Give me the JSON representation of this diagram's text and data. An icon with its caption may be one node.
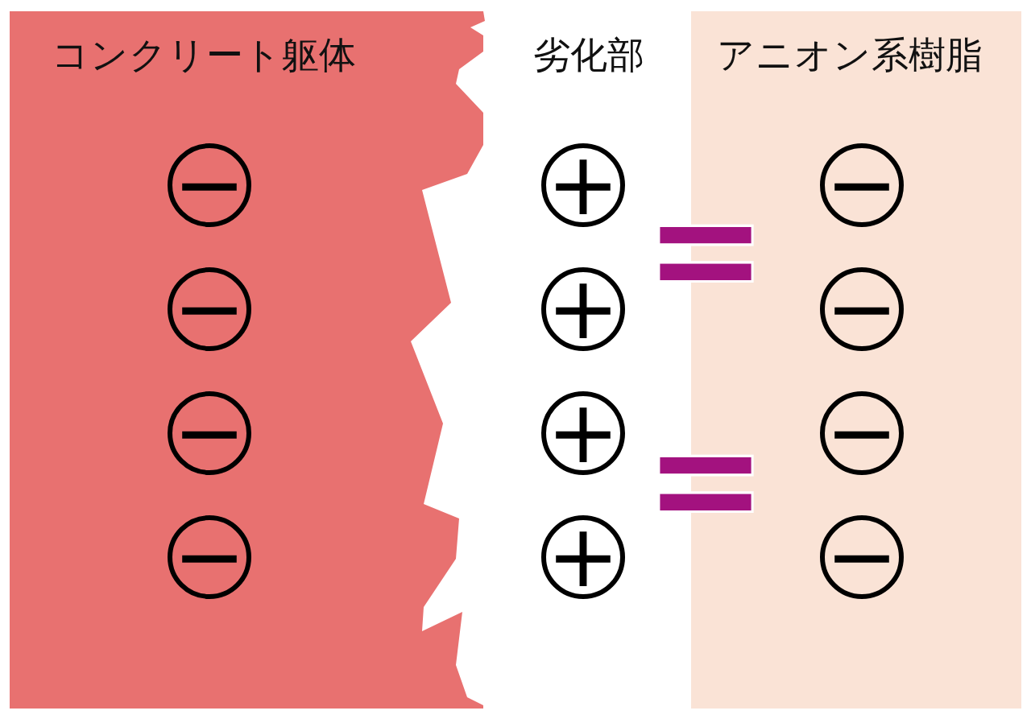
{
  "diagram": {
    "nodes": [
      {
        "text": [
          "コンクリート躯体"
        ]
      },
      {
        "text": [
          "−"
        ],
        "in": 0
      },
      {
        "text": [
          "−"
        ],
        "in": 0
      },
      {
        "text": [
          "−"
        ],
        "in": 0
      },
      {
        "text": [
          "−"
        ],
        "in": 0
      },
      {
        "text": [
          "劣化部"
        ]
      },
      {
        "text": [
          "+"
        ],
        "in": 5
      },
      {
        "text": [
          "+"
        ],
        "in": 5
      },
      {
        "text": [
          "+"
        ],
        "in": 5
      },
      {
        "text": [
          "+"
        ],
        "in": 5
      },
      {
        "text": [
          "アニオン系樹脂"
        ]
      },
      {
        "text": [
          "−"
        ],
        "in": 10
      },
      {
        "text": [
          "−"
        ],
        "in": 10
      },
      {
        "text": [
          "−"
        ],
        "in": 10
      },
      {
        "text": [
          "−"
        ],
        "in": 10
      }
    ],
    "labels": [
      "=",
      "="
    ]
  }
}
